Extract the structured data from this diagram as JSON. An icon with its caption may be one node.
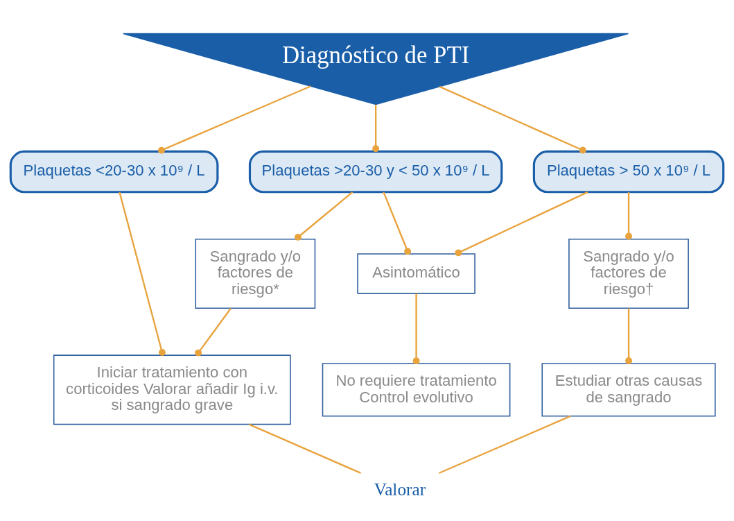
{
  "diagram": {
    "nodes": [
      {
        "text": [
          "Diagnóstico de PTI"
        ]
      },
      {
        "text": [
          "Plaquetas <20-30 x 10⁹ / L"
        ]
      },
      {
        "text": [
          "Plaquetas >20-30 y < 50 x 10⁹ / L"
        ]
      },
      {
        "text": [
          "Plaquetas > 50 x 10⁹ / L"
        ]
      },
      {
        "text": [
          "Sangrado y/o factores de riesgo*"
        ]
      },
      {
        "text": [
          "Asintomático"
        ]
      },
      {
        "text": [
          "Sangrado y/o factores de riesgo†"
        ]
      },
      {
        "text": [
          "Iniciar tratamiento con corticoides Valorar añadir Ig i.v. si sangrado grave"
        ]
      },
      {
        "text": [
          "No requiere tratamiento Control evolutivo"
        ]
      },
      {
        "text": [
          "Estudiar otras causas de sangrado"
        ]
      },
      {
        "text": [
          "Valorar"
        ]
      }
    ],
    "edges": [
      {
        "from": 0,
        "to": 1,
        "arrow": "other"
      },
      {
        "from": 0,
        "to": 2,
        "arrow": "other"
      },
      {
        "from": 0,
        "to": 3,
        "arrow": "other"
      },
      {
        "from": 2,
        "to": 4,
        "arrow": "other"
      },
      {
        "from": 2,
        "to": 5,
        "arrow": "other"
      },
      {
        "from": 3,
        "to": 5,
        "arrow": "other"
      },
      {
        "from": 3,
        "to": 6,
        "arrow": "other"
      },
      {
        "from": 1,
        "to": 7,
        "arrow": "other"
      },
      {
        "from": 4,
        "to": 7,
        "arrow": "other"
      },
      {
        "from": 5,
        "to": 8,
        "arrow": "other"
      },
      {
        "from": 6,
        "to": 9,
        "arrow": "other"
      },
      {
        "from": 7,
        "to": 10,
        "arrow": "none"
      },
      {
        "from": 9,
        "to": 10,
        "arrow": "none"
      }
    ]
  }
}
